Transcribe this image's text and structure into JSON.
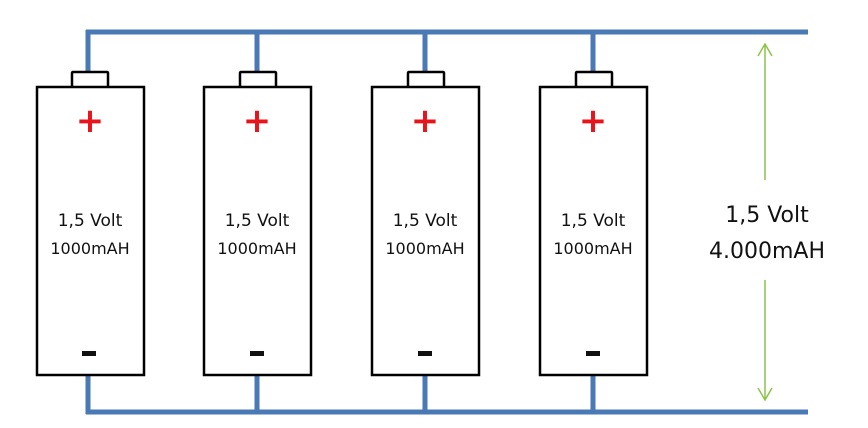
{
  "batteries": [
    {
      "positive_symbol": "+",
      "negative_symbol": "-",
      "voltage": "1,5 Volt",
      "capacity": "1000mAH"
    },
    {
      "positive_symbol": "+",
      "negative_symbol": "-",
      "voltage": "1,5 Volt",
      "capacity": "1000mAH"
    },
    {
      "positive_symbol": "+",
      "negative_symbol": "-",
      "voltage": "1,5 Volt",
      "capacity": "1000mAH"
    },
    {
      "positive_symbol": "+",
      "negative_symbol": "-",
      "voltage": "1,5 Volt",
      "capacity": "1000mAH"
    }
  ],
  "total": {
    "voltage": "1,5 Volt",
    "capacity": "4.000mAH"
  },
  "colors": {
    "wire": "#4a7ab5",
    "positive": "#e8141c",
    "arrow": "#8bc34a"
  }
}
